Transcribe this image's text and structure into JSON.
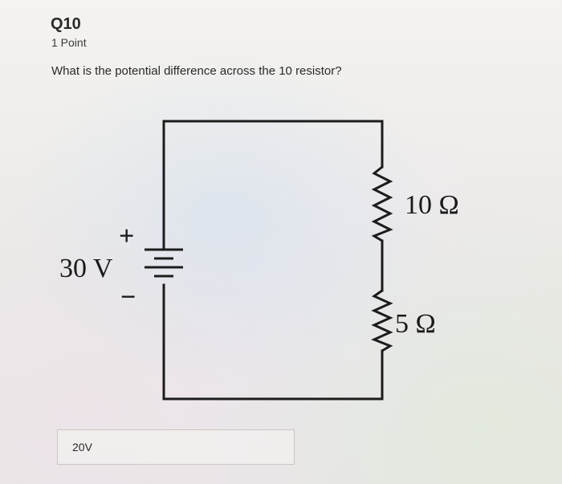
{
  "question": {
    "title": "Q10",
    "points": "1 Point",
    "text": "What is the potential difference across the 10 resistor?"
  },
  "circuit": {
    "battery_label": "30 V",
    "battery_plus": "+",
    "battery_minus": "−",
    "resistor_top_label": "10 Ω",
    "resistor_bottom_label": "5 Ω"
  },
  "answer": {
    "value": "20V"
  }
}
